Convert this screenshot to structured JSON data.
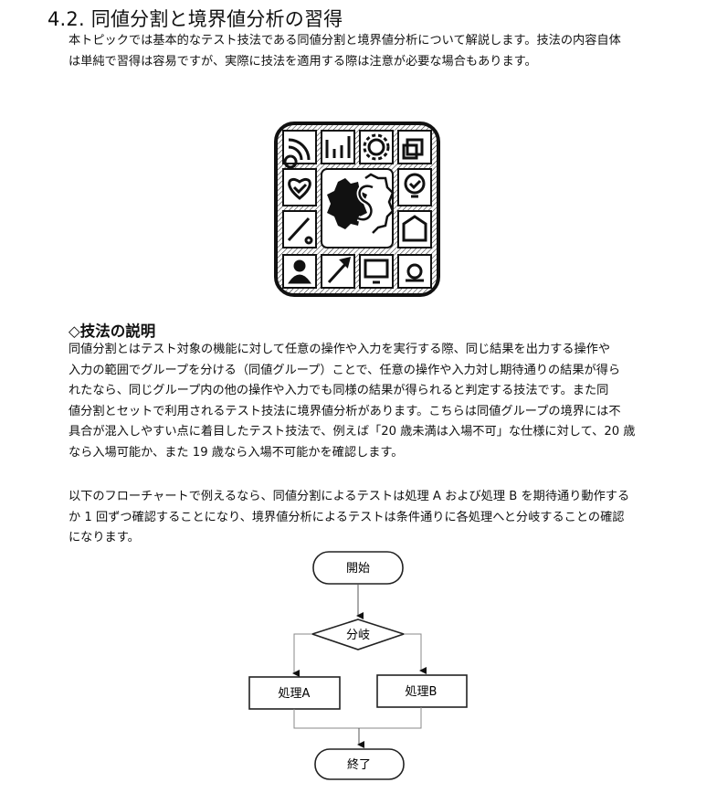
{
  "section": {
    "title": "4.2. 同値分割と境界値分析の習得",
    "intro_lines": [
      "本トピックでは基本的なテスト技法である同値分割と境界値分析について解説します。技法の内容自体",
      "は単純で習得は容易ですが、実際に技法を適用する際は注意が必要な場合もあります。"
    ]
  },
  "illustration": {
    "icon": "testing-techniques-icon-grid",
    "tiles": [
      "wifi-icon",
      "bar-chart-icon",
      "gear-icon",
      "copy-icon",
      "heart-check-icon",
      "lightbulb-check-icon",
      "pen-icon",
      "house-chart-icon",
      "user-icon",
      "rocket-icon",
      "monitor-icon",
      "target-image-icon"
    ],
    "center": "gears-dollar-icon"
  },
  "subsection": {
    "heading": "◇技法の説明",
    "body_lines": [
      "同値分割とはテスト対象の機能に対して任意の操作や入力を実行する際、同じ結果を出力する操作や",
      "入力の範囲でグループを分ける（同値グループ）ことで、任意の操作や入力対し期待通りの結果が得ら",
      "れたなら、同じグループ内の他の操作や入力でも同様の結果が得られると判定する技法です。また同",
      "値分割とセットで利用されるテスト技法に境界値分析があります。こちらは同値グループの境界には不",
      "具合が混入しやすい点に着目したテスト技法で、例えば「20 歳未満は入場不可」な仕様に対して、20 歳",
      "なら入場可能か、また 19 歳なら入場不可能かを確認します。"
    ],
    "flow_intro_lines": [
      "以下のフローチャートで例えるなら、同値分割によるテストは処理 A および処理 B を期待通り動作する",
      "か 1 回ずつ確認することになり、境界値分析によるテストは条件通りに各処理へと分岐することの確認",
      "になります。"
    ]
  },
  "flowchart": {
    "start": "開始",
    "decision": "分岐",
    "process_a": "処理A",
    "process_b": "処理B",
    "end": "終了"
  }
}
